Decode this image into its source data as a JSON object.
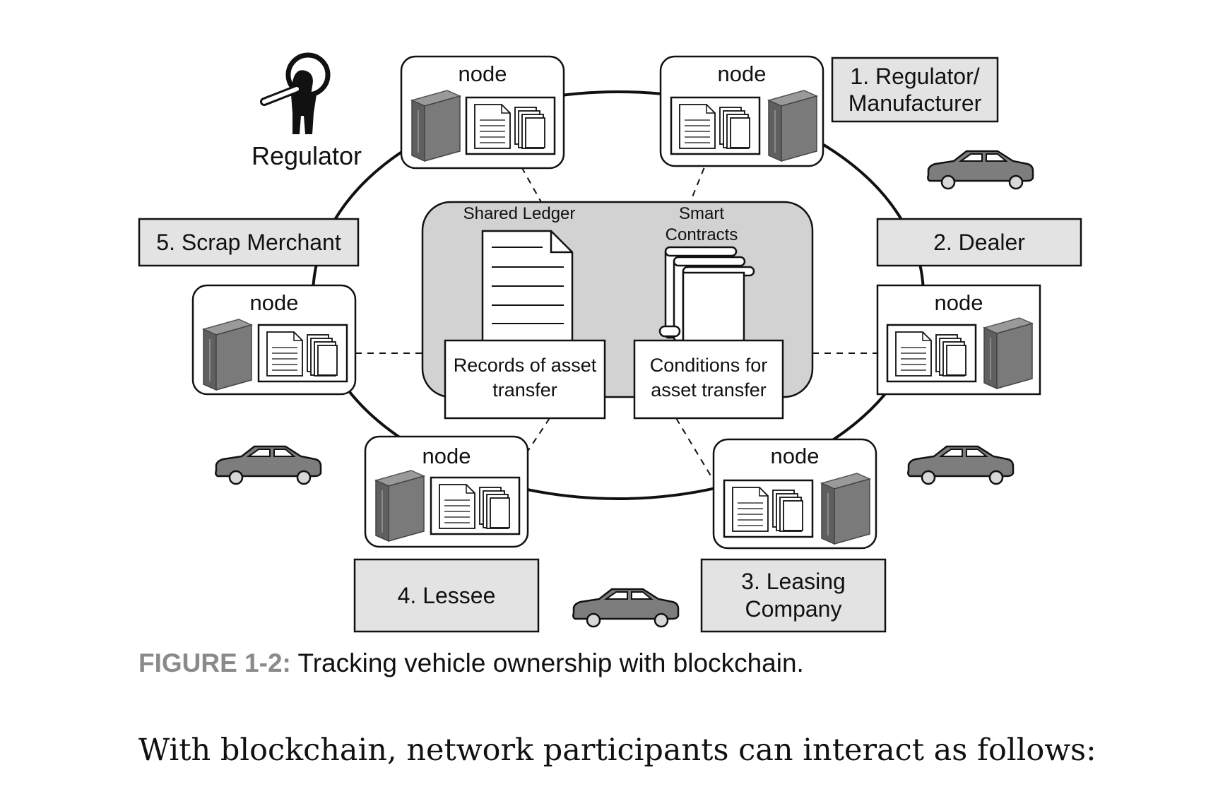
{
  "diagram": {
    "node_label": "node",
    "regulator_label": "Regulator",
    "participants": {
      "regulator_manufacturer": [
        "1. Regulator/",
        "Manufacturer"
      ],
      "dealer": "2. Dealer",
      "leasing_company": [
        "3. Leasing",
        "Company"
      ],
      "lessee": "4. Lessee",
      "scrap_merchant": "5. Scrap Merchant"
    },
    "center": {
      "shared_ledger_title": "Shared Ledger",
      "smart_contracts_title": [
        "Smart",
        "Contracts"
      ],
      "records_caption": [
        "Records of asset",
        "transfer"
      ],
      "conditions_caption": [
        "Conditions for",
        "asset transfer"
      ]
    }
  },
  "caption": {
    "figure_label": "FIGURE 1-2:",
    "text": "Tracking vehicle ownership with blockchain."
  },
  "body": {
    "text": "With blockchain, network participants can interact as follows:"
  }
}
